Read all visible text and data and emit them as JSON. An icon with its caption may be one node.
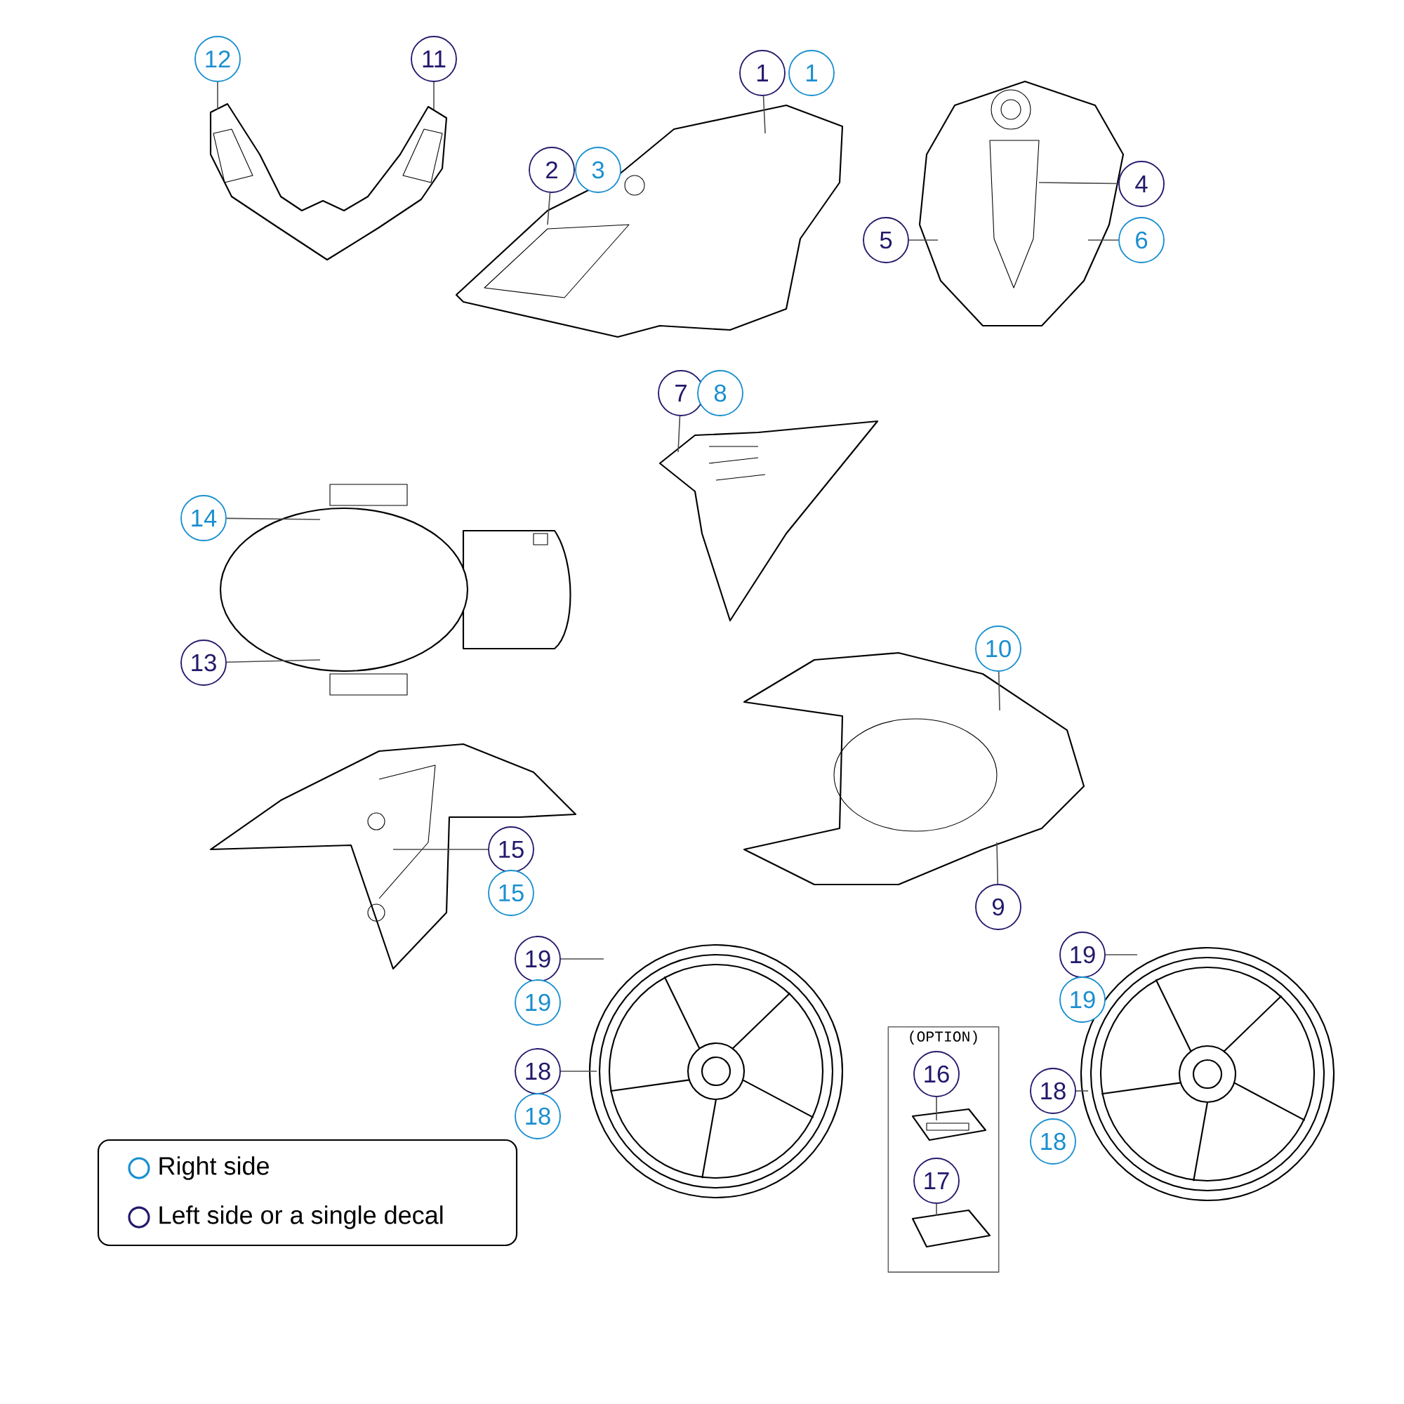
{
  "diagram": {
    "nodes": [
      {
        "text": [
          "12"
        ]
      },
      {
        "text": [
          "11"
        ]
      },
      {
        "text": [
          "1"
        ]
      },
      {
        "text": [
          "1"
        ]
      },
      {
        "text": [
          "2"
        ]
      },
      {
        "text": [
          "3"
        ]
      },
      {
        "text": [
          "4"
        ]
      },
      {
        "text": [
          "5"
        ]
      },
      {
        "text": [
          "6"
        ]
      },
      {
        "text": [
          "7"
        ]
      },
      {
        "text": [
          "8"
        ]
      },
      {
        "text": [
          "14"
        ]
      },
      {
        "text": [
          "13"
        ]
      },
      {
        "text": [
          "10"
        ]
      },
      {
        "text": [
          "15"
        ]
      },
      {
        "text": [
          "15"
        ]
      },
      {
        "text": [
          "9"
        ]
      },
      {
        "text": [
          "19"
        ]
      },
      {
        "text": [
          "19"
        ]
      },
      {
        "text": [
          "19"
        ]
      },
      {
        "text": [
          "19"
        ]
      },
      {
        "text": [
          "(OPTION)"
        ]
      },
      {
        "text": [
          "16"
        ],
        "in": 21
      },
      {
        "text": [
          "18"
        ]
      },
      {
        "text": [
          "18"
        ]
      },
      {
        "text": [
          "17"
        ],
        "in": 21
      },
      {
        "text": [
          "18"
        ]
      },
      {
        "text": [
          "18"
        ]
      }
    ],
    "edges": [
      {
        "from": 0,
        "to": null,
        "arrow": "none"
      },
      {
        "from": 1,
        "to": null,
        "arrow": "none"
      },
      {
        "from": 2,
        "to": null,
        "arrow": "none"
      },
      {
        "from": 4,
        "to": null,
        "arrow": "none"
      },
      {
        "from": 6,
        "to": null,
        "arrow": "none"
      },
      {
        "from": 7,
        "to": null,
        "arrow": "none"
      },
      {
        "from": 8,
        "to": null,
        "arrow": "none"
      },
      {
        "from": 9,
        "to": null,
        "arrow": "none"
      },
      {
        "from": 11,
        "to": null,
        "arrow": "none"
      },
      {
        "from": 12,
        "to": null,
        "arrow": "none"
      },
      {
        "from": 13,
        "to": null,
        "arrow": "none"
      },
      {
        "from": 14,
        "to": null,
        "arrow": "none"
      },
      {
        "from": 16,
        "to": null,
        "arrow": "none"
      },
      {
        "from": 17,
        "to": null,
        "arrow": "none"
      },
      {
        "from": 19,
        "to": null,
        "arrow": "none"
      },
      {
        "from": 22,
        "to": null,
        "arrow": "none"
      },
      {
        "from": 23,
        "to": null,
        "arrow": "none"
      },
      {
        "from": 25,
        "to": null,
        "arrow": "none"
      },
      {
        "from": 26,
        "to": null,
        "arrow": "none"
      }
    ],
    "legend": [
      {
        "text": "Right side",
        "color": "#1a8fd0"
      },
      {
        "text": "Left side or a single decal",
        "color": "#231a6b"
      }
    ]
  }
}
